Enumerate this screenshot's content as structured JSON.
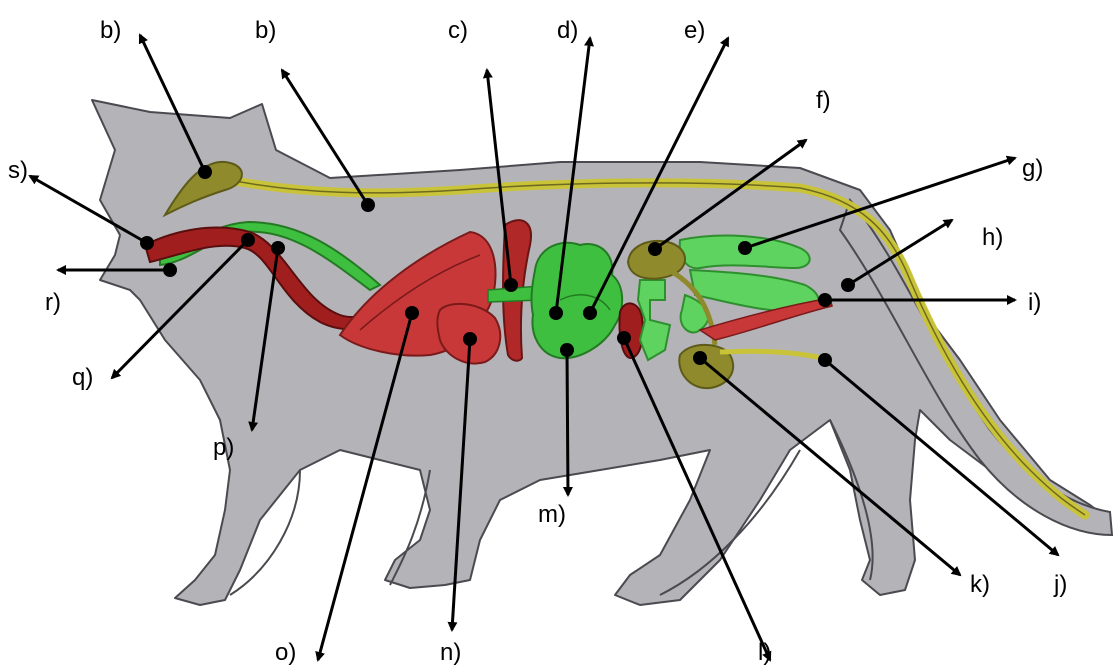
{
  "labels": {
    "b1": "b)",
    "b2": "b)",
    "c": "c)",
    "d": "d)",
    "e": "e)",
    "f": "f)",
    "g": "g)",
    "h": "h)",
    "i": "i)",
    "j": "j)",
    "k": "k)",
    "l": "l)",
    "m": "m)",
    "n": "n)",
    "o": "o)",
    "p": "p)",
    "q": "q)",
    "r": "r)",
    "s": "s)"
  },
  "colors": {
    "body": "#b3b3b8",
    "outline": "#4a4a50",
    "nerve": "#c9c33a",
    "endocrine": "#8f8b2c",
    "red": "#c83838",
    "dark_red": "#a01e1e",
    "green": "#3fbf3f",
    "light_green": "#5fd35f",
    "arrow": "#000000"
  }
}
